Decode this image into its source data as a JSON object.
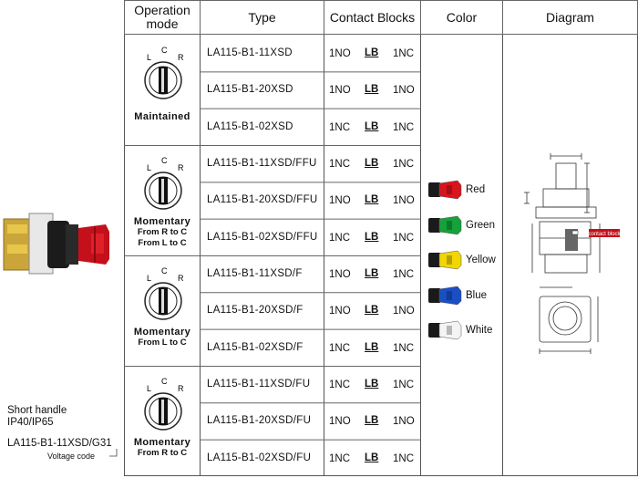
{
  "headers": {
    "operation_mode": "Operation mode",
    "type": "Type",
    "contact_blocks": "Contact Blocks",
    "color": "Color",
    "diagram": "Diagram"
  },
  "groups": [
    {
      "mode_title": "Maintained",
      "mode_sub": [],
      "switch_labels": [
        "L",
        "C",
        "R"
      ],
      "rows": [
        {
          "type": "LA115-B1-11XSD",
          "left": "1NO",
          "mid": "LB",
          "right": "1NC"
        },
        {
          "type": "LA115-B1-20XSD",
          "left": "1NO",
          "mid": "LB",
          "right": "1NO"
        },
        {
          "type": "LA115-B1-02XSD",
          "left": "1NC",
          "mid": "LB",
          "right": "1NC"
        }
      ]
    },
    {
      "mode_title": "Momentary",
      "mode_sub": [
        "From R to C",
        "From L to C"
      ],
      "switch_labels": [
        "L",
        "C",
        "R"
      ],
      "rows": [
        {
          "type": "LA115-B1-11XSD/FFU",
          "left": "1NC",
          "mid": "LB",
          "right": "1NC"
        },
        {
          "type": "LA115-B1-20XSD/FFU",
          "left": "1NO",
          "mid": "LB",
          "right": "1NO"
        },
        {
          "type": "LA115-B1-02XSD/FFU",
          "left": "1NC",
          "mid": "LB",
          "right": "1NC"
        }
      ]
    },
    {
      "mode_title": "Momentary",
      "mode_sub": [
        "From L to C"
      ],
      "switch_labels": [
        "L",
        "C",
        "R"
      ],
      "rows": [
        {
          "type": "LA115-B1-11XSD/F",
          "left": "1NO",
          "mid": "LB",
          "right": "1NC"
        },
        {
          "type": "LA115-B1-20XSD/F",
          "left": "1NO",
          "mid": "LB",
          "right": "1NO"
        },
        {
          "type": "LA115-B1-02XSD/F",
          "left": "1NC",
          "mid": "LB",
          "right": "1NC"
        }
      ]
    },
    {
      "mode_title": "Momentary",
      "mode_sub": [
        "From R to C"
      ],
      "switch_labels": [
        "L",
        "C",
        "R"
      ],
      "rows": [
        {
          "type": "LA115-B1-11XSD/FU",
          "left": "1NC",
          "mid": "LB",
          "right": "1NC"
        },
        {
          "type": "LA115-B1-20XSD/FU",
          "left": "1NO",
          "mid": "LB",
          "right": "1NO"
        },
        {
          "type": "LA115-B1-02XSD/FU",
          "left": "1NC",
          "mid": "LB",
          "right": "1NC"
        }
      ]
    }
  ],
  "colors": [
    {
      "label": "Red",
      "hex": "#d8141c"
    },
    {
      "label": "Green",
      "hex": "#15a23a"
    },
    {
      "label": "Yellow",
      "hex": "#f2d600"
    },
    {
      "label": "Blue",
      "hex": "#1a4fc4"
    },
    {
      "label": "White",
      "hex": "#f4f4f4"
    }
  ],
  "product": {
    "handle": "Short handle",
    "protection": "IP40/IP65",
    "model_code": "LA115-B1-11XSD/G31",
    "voltage_note": "Voltage code",
    "accent": "#c4101a"
  },
  "diagram_label": "contact block"
}
